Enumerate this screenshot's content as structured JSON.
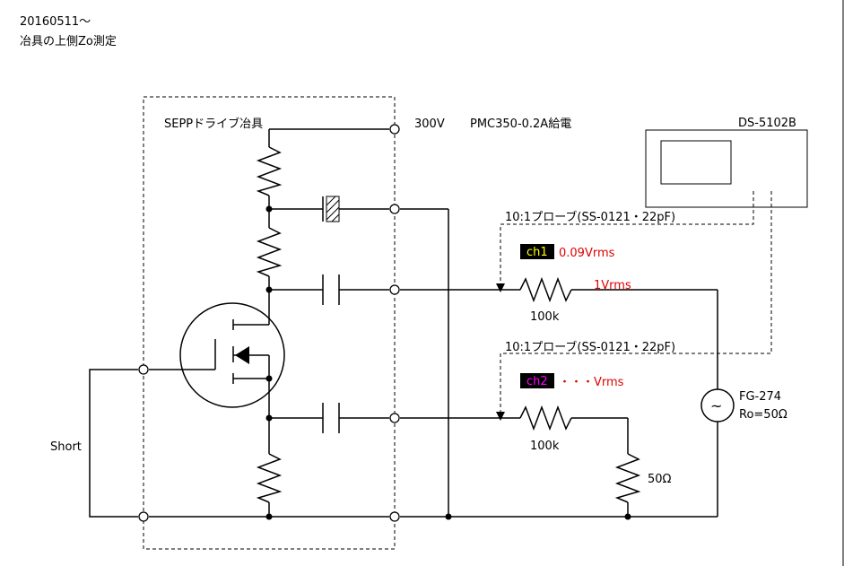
{
  "header": {
    "date": "20160511～",
    "title": "冶具の上側Zo測定"
  },
  "jig_label": "SEPPドライブ冶具",
  "supply_voltage": "300V",
  "supply_source": "PMC350-0.2A給電",
  "oscilloscope": {
    "model": "DS-5102B"
  },
  "probe1": {
    "label": "10:1プローブ(SS-0121・22pF)",
    "channel": "ch1",
    "reading": "0.09Vrms",
    "channel_text_color": "#ffff00"
  },
  "probe2": {
    "label": "10:1プローブ(SS-0121・22pF)",
    "channel": "ch2",
    "reading": "・・・Vrms",
    "channel_text_color": "#ff00ff"
  },
  "resistor_top": {
    "value": "100k"
  },
  "resistor_bottom": {
    "value": "100k"
  },
  "input_level": "1Vrms",
  "load_resistor": "50Ω",
  "generator": {
    "model": "FG-274",
    "impedance": "Ro=50Ω",
    "symbol": "~"
  },
  "short_label": "Short",
  "colors": {
    "measurement": "#e00000",
    "badge_bg": "#000000"
  }
}
